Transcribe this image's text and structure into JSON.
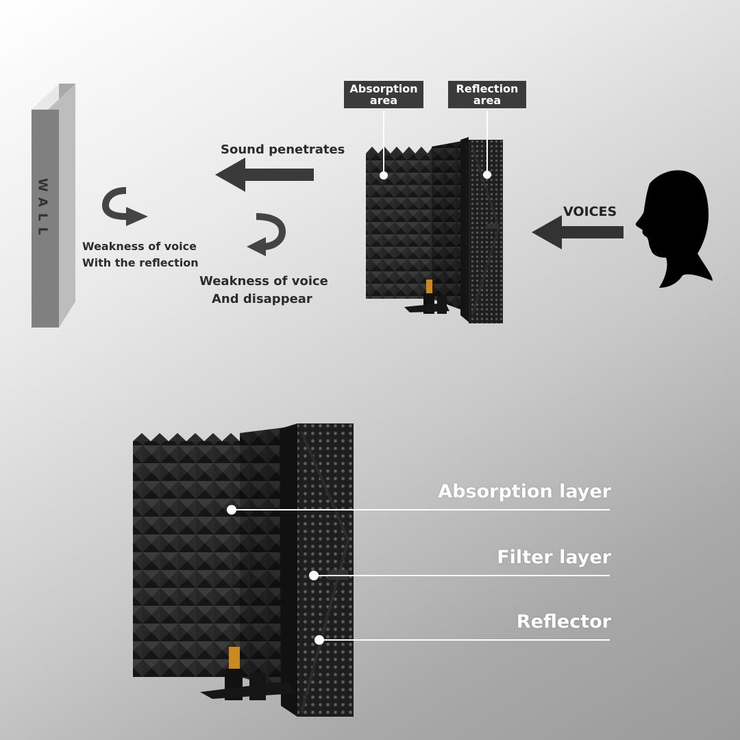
{
  "wall": {
    "label": "WALL"
  },
  "captions": {
    "reflection_weakness": [
      "Weakness of voice",
      "With the reflection"
    ],
    "disappear_weakness": [
      "Weakness of voice",
      "And disappear"
    ],
    "sound_penetrates": "Sound penetrates",
    "voices": "VOICES"
  },
  "tags": {
    "absorption": [
      "Absorption",
      "area"
    ],
    "reflection": [
      "Reflection",
      "area"
    ]
  },
  "layers": {
    "absorption": "Absorption layer",
    "filter": "Filter layer",
    "reflector": "Reflector"
  },
  "colors": {
    "foam": "#2a2a2a",
    "panel": "#1e1e1e",
    "arrow": "#3a3a3a",
    "label_bg": "#3b3b3b",
    "accent_gold": "#d08a1a"
  }
}
